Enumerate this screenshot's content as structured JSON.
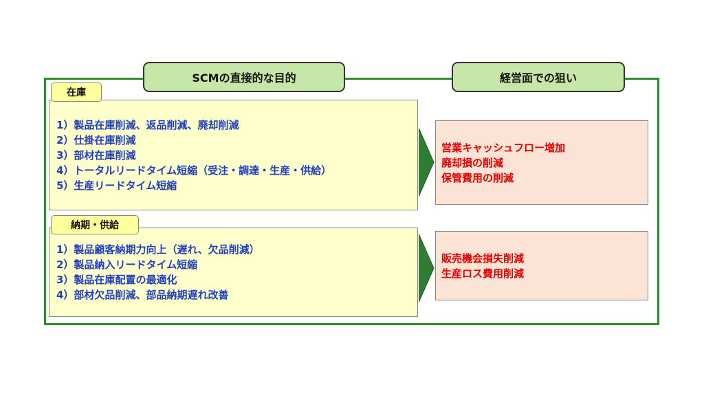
{
  "headers": {
    "left": "SCMの直接的な目的",
    "right": "経営面での狙い"
  },
  "sections": [
    {
      "tag": "在庫",
      "items": [
        "1）製品在庫削減、返品削減、廃却削減",
        "2）仕掛在庫削減",
        "3）部材在庫削減",
        "4）トータルリードタイム短縮（受注・調達・生産・供給）",
        "5）生産リードタイム短縮"
      ],
      "goals": [
        "営業キャッシュフロー増加",
        "廃却損の削減",
        "保管費用の削減"
      ]
    },
    {
      "tag": "納期・供給",
      "items": [
        "1）製品顧客納期力向上（遅れ、欠品削減）",
        "2）製品納入リードタイム短縮",
        "3）製品在庫配置の最適化",
        "4）部材欠品削減、部品納期遅れ改善"
      ],
      "goals": [
        "販売機会損失削減",
        "生産ロス費用削減"
      ]
    }
  ],
  "colors": {
    "frame": "#2e8b2e",
    "header_fill": "#c6e7a8",
    "tag_fill": "#ffff9e",
    "list_fill": "#ffffcc",
    "list_text": "#1f3fbf",
    "goal_fill": "#fbe4d5",
    "goal_text": "#e60000",
    "arrow": "#2e7d32"
  }
}
